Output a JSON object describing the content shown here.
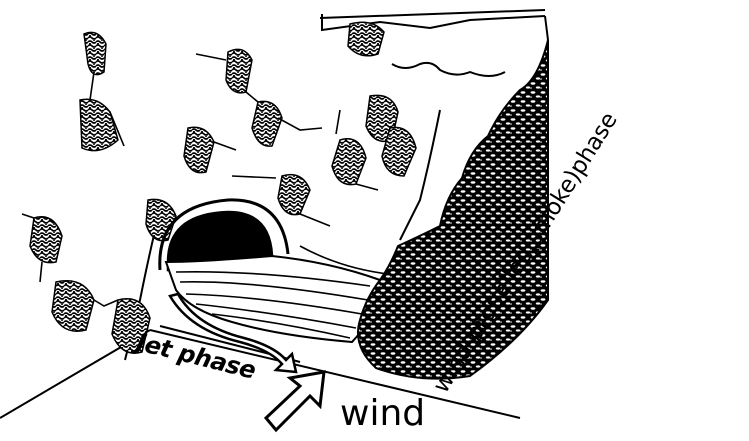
{
  "labels": {
    "jet_phase": "Jet phase",
    "wind": "wind",
    "smoke_phase": "wind-propelled(smoke)phase"
  },
  "colors": {
    "ink": "#000000",
    "background": "#ffffff"
  }
}
